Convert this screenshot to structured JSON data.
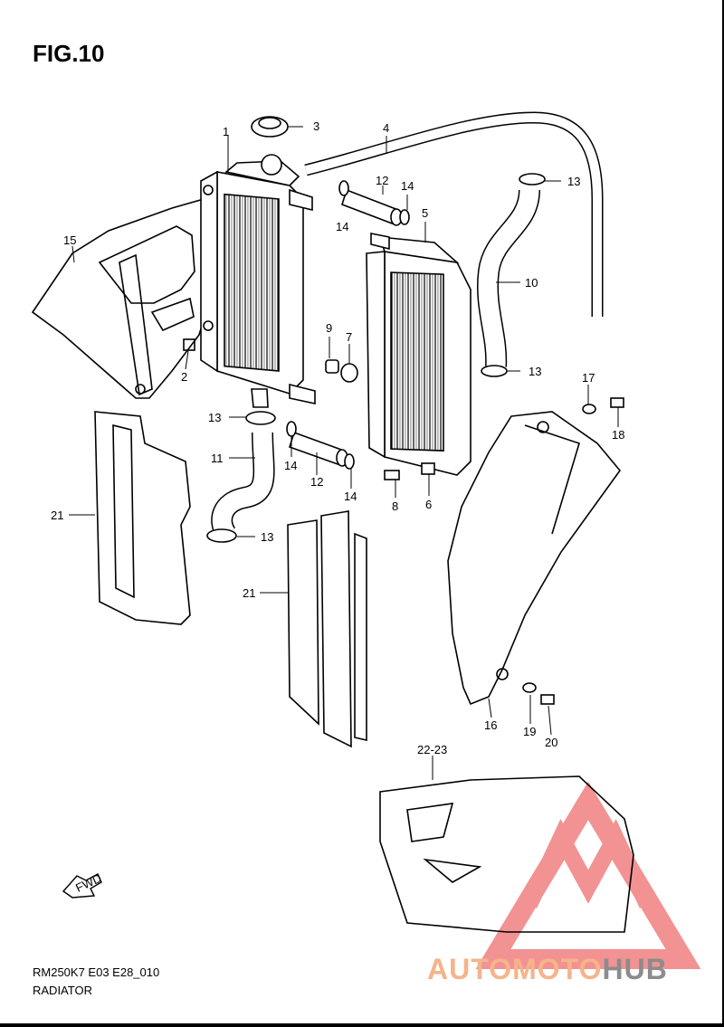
{
  "figure": {
    "title": "FIG.10",
    "code": "RM250K7 E03 E28_010",
    "name": "RADIATOR"
  },
  "callouts": {
    "c1": "1",
    "c2": "2",
    "c3": "3",
    "c4": "4",
    "c5": "5",
    "c6": "6",
    "c7": "7",
    "c8": "8",
    "c9": "9",
    "c10": "10",
    "c11": "11",
    "c12a": "12",
    "c12b": "12",
    "c13a": "13",
    "c13b": "13",
    "c13c": "13",
    "c13d": "13",
    "c14a": "14",
    "c14b": "14",
    "c14c": "14",
    "c14d": "14",
    "c15": "15",
    "c16": "16",
    "c17": "17",
    "c18": "18",
    "c19": "19",
    "c20": "20",
    "c21a": "21",
    "c21b": "21",
    "c22_23": "22-23"
  },
  "fwd_label": "FWD",
  "watermark": {
    "part1": "AUTOMOTO",
    "part2": "HUB",
    "accent_color": "#f08080",
    "text_color_1": "#f5b48a",
    "text_color_2": "#8c8c8c"
  }
}
